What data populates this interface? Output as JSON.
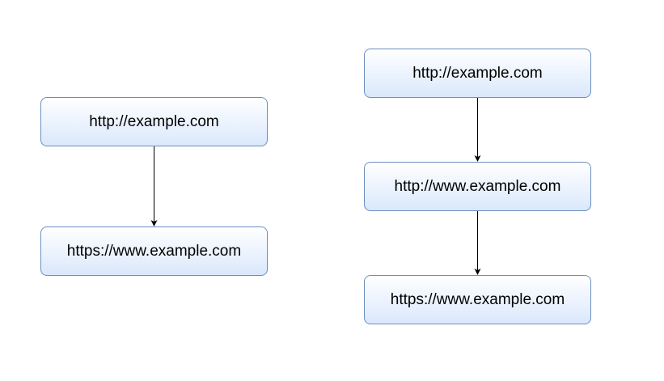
{
  "diagrams": {
    "left": {
      "nodes": [
        {
          "label": "http://example.com"
        },
        {
          "label": "https://www.example.com"
        }
      ]
    },
    "right": {
      "nodes": [
        {
          "label": "http://example.com"
        },
        {
          "label": "http://www.example.com"
        },
        {
          "label": "https://www.example.com"
        }
      ]
    }
  },
  "colors": {
    "node_border": "#6c8ebf",
    "node_fill_top": "#ffffff",
    "node_fill_bottom": "#dae8fc",
    "edge": "#000000"
  }
}
